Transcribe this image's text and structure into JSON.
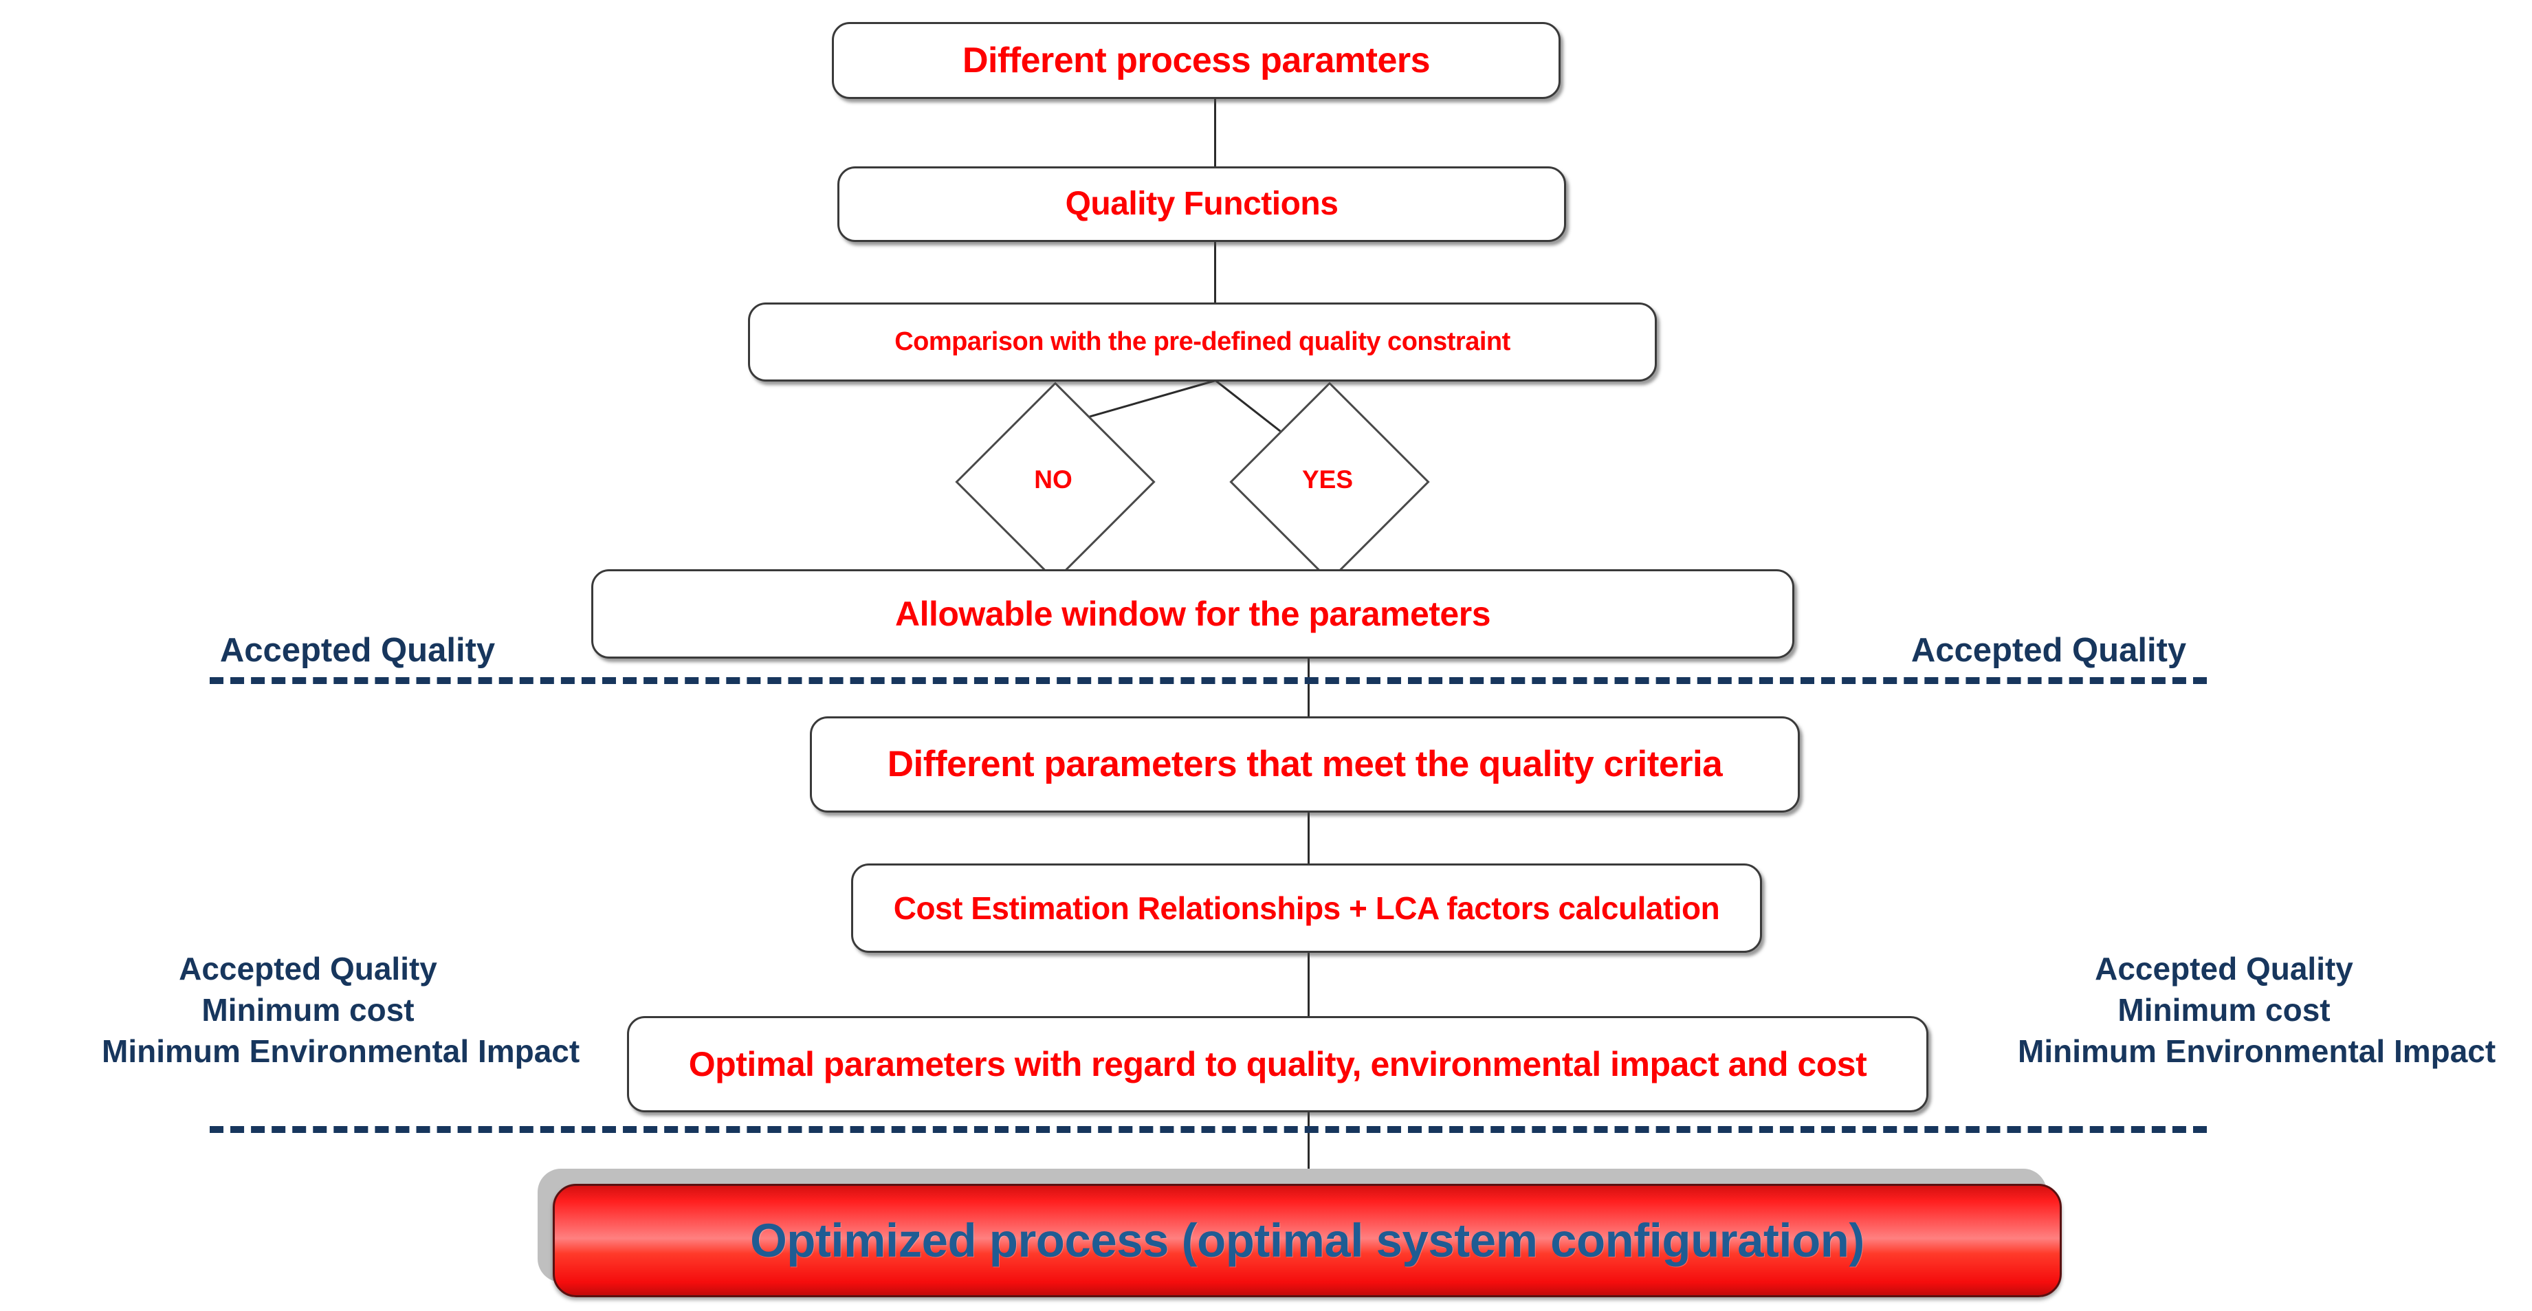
{
  "diagram": {
    "title": "Process optimization flowchart",
    "colors": {
      "node_text": "#FE0000",
      "node_border": "#3A3A3A",
      "annotation_text": "#17365D",
      "dashed_line": "#17365D",
      "final_fill_start": "#D51010",
      "final_fill_mid": "#FF8080",
      "final_fill_end": "#C20A0A",
      "final_text": "#1F5C93",
      "final_shadow": "#BFBFBF",
      "background": "#FFFFFF"
    },
    "nodes": [
      {
        "id": "different-process-parameters",
        "label": "Different process paramters",
        "shape": "rounded-rect"
      },
      {
        "id": "quality-functions",
        "label": "Quality Functions",
        "shape": "rounded-rect"
      },
      {
        "id": "comparison-constraint",
        "label": "Comparison with the pre-defined quality constraint",
        "shape": "rounded-rect"
      },
      {
        "id": "decision-no",
        "label": "NO",
        "shape": "diamond"
      },
      {
        "id": "decision-yes",
        "label": "YES",
        "shape": "diamond"
      },
      {
        "id": "allowable-window",
        "label": "Allowable window for the parameters",
        "shape": "rounded-rect"
      },
      {
        "id": "different-parameters-meet",
        "label": "Different parameters  that meet the quality criteria",
        "shape": "rounded-rect"
      },
      {
        "id": "cost-estimation",
        "label": "Cost Estimation Relationships + LCA factors calculation",
        "shape": "rounded-rect"
      },
      {
        "id": "optimal-parameters",
        "label": "Optimal parameters with regard to quality, environmental impact and cost",
        "shape": "rounded-rect"
      },
      {
        "id": "optimized-process",
        "label": "Optimized process (optimal system configuration)",
        "shape": "capsule-gradient"
      }
    ],
    "annotations": {
      "upper_left": {
        "lines": [
          "Accepted Quality"
        ]
      },
      "upper_right": {
        "lines": [
          "Accepted Quality"
        ]
      },
      "lower_left": {
        "lines": [
          "Accepted Quality",
          "Minimum cost",
          "Minimum Environmental Impact"
        ]
      },
      "lower_right": {
        "lines": [
          "Accepted Quality",
          "Minimum cost",
          "Minimum Environmental Impact"
        ]
      }
    },
    "separators": [
      {
        "id": "upper-dashed-separator",
        "style": "dashed"
      },
      {
        "id": "lower-dashed-separator",
        "style": "dashed"
      }
    ]
  }
}
